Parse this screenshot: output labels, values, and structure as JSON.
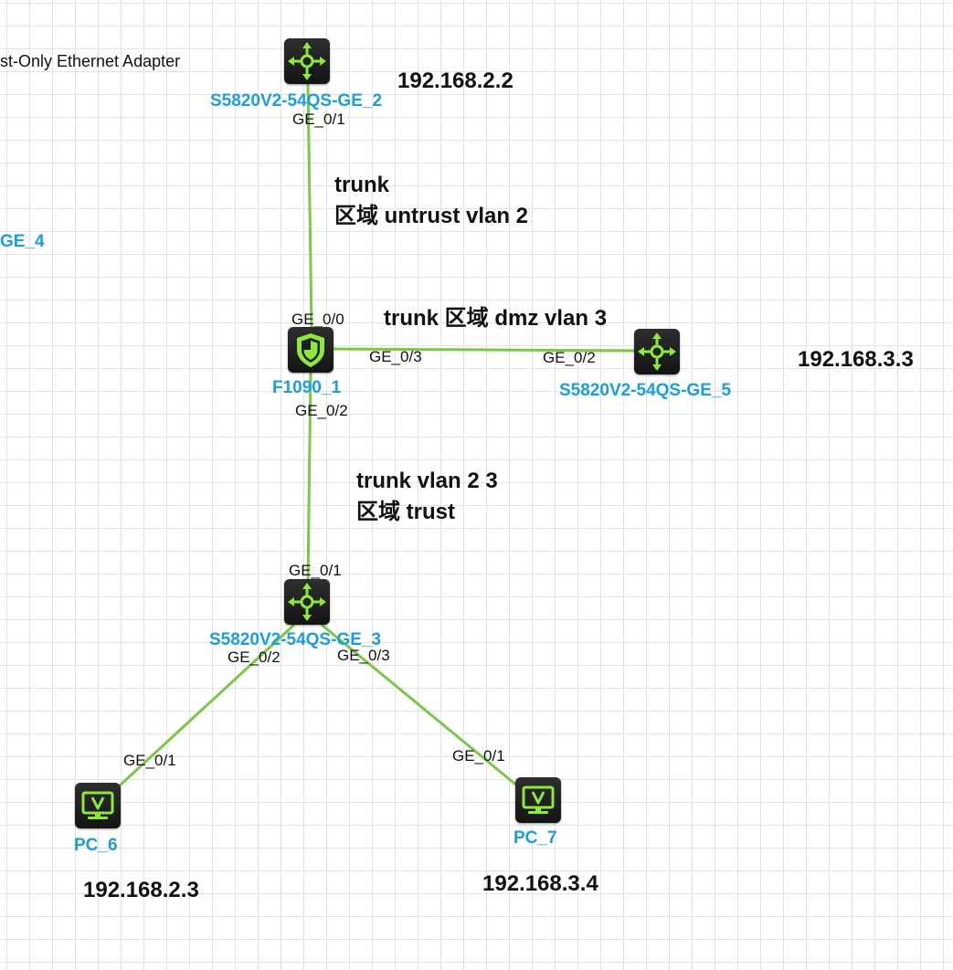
{
  "partial": {
    "adapter_label": "st-Only Ethernet Adapter",
    "device_label": "GE_4"
  },
  "devices": {
    "sw_top": {
      "name": "S5820V2-54QS-GE_2",
      "icon": "switch-icon",
      "ip": "192.168.2.2"
    },
    "firewall": {
      "name": "F1090_1",
      "icon": "firewall-icon"
    },
    "sw_right": {
      "name": "S5820V2-54QS-GE_5",
      "icon": "switch-icon",
      "ip": "192.168.3.3"
    },
    "sw_bottom": {
      "name": "S5820V2-54QS-GE_3",
      "icon": "switch-icon"
    },
    "pc6": {
      "name": "PC_6",
      "icon": "pc-icon",
      "ip": "192.168.2.3"
    },
    "pc7": {
      "name": "PC_7",
      "icon": "pc-icon",
      "ip": "192.168.3.4"
    }
  },
  "ports": {
    "sw_top_ge01": "GE_0/1",
    "fw_ge00": "GE_0/0",
    "fw_ge03": "GE_0/3",
    "sw_right_ge02": "GE_0/2",
    "fw_ge02": "GE_0/2",
    "sw_bottom_ge01": "GE_0/1",
    "sw_bottom_ge02": "GE_0/2",
    "sw_bottom_ge03": "GE_0/3",
    "pc6_ge01": "GE_0/1",
    "pc7_ge01": "GE_0/1"
  },
  "annotations": {
    "untrust_line1": "trunk",
    "untrust_line2": "区域 untrust vlan 2",
    "dmz": "trunk 区域 dmz   vlan 3",
    "trust_line1": "trunk vlan 2 3",
    "trust_line2": "区域 trust"
  },
  "colors": {
    "link": "#7ac943",
    "icon": "#8de83a",
    "device_label": "#1a9ee0"
  }
}
